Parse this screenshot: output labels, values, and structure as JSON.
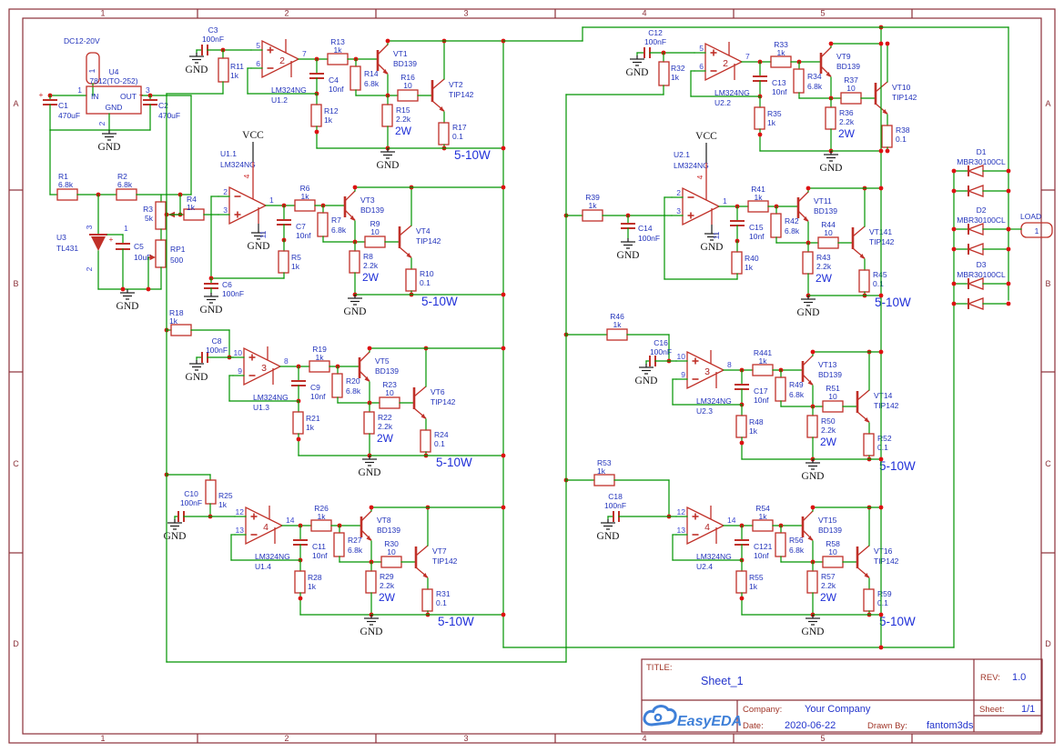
{
  "border": {
    "columns": [
      "1",
      "2",
      "3",
      "4",
      "5"
    ],
    "rows": [
      "A",
      "B",
      "C",
      "D"
    ]
  },
  "title_block": {
    "title_label": "TITLE:",
    "title": "Sheet_1",
    "rev_label": "REV:",
    "rev": "1.0",
    "company_label": "Company:",
    "company": "Your Company",
    "sheet_label": "Sheet:",
    "sheet": "1/1",
    "date_label": "Date:",
    "date": "2020-06-22",
    "drawn_label": "Drawn By:",
    "drawn_by": "fantom3ds",
    "logo_text": "EasyEDA"
  },
  "nets": {
    "gnd": "GND",
    "vcc": "VCC"
  },
  "power_input": {
    "label": "DC12-20V",
    "pin": "1"
  },
  "regulator": {
    "name": "U4",
    "value": "7812(TO-252)",
    "label_in": "IN",
    "label_out": "OUT",
    "label_gnd": "GND",
    "pin_in": "1",
    "pin_out": "3",
    "pin_gnd": "2",
    "c_in": {
      "name": "C1",
      "value": "470uF",
      "polarity": "+"
    },
    "c_out": {
      "name": "C2",
      "value": "470uF",
      "polarity": "+"
    }
  },
  "reference": {
    "r1": {
      "name": "R1",
      "value": "6.8k"
    },
    "r2": {
      "name": "R2",
      "value": "6.8k"
    },
    "r3": {
      "name": "R3",
      "value": "5k"
    },
    "rp1": {
      "name": "RP1",
      "value": "500"
    },
    "u3": {
      "name": "U3",
      "value": "TL431",
      "pin_ref": "1",
      "pin_a": "2",
      "pin_k": "3"
    },
    "c5": {
      "name": "C5",
      "value": "10uF",
      "polarity": "+"
    }
  },
  "channels": [
    {
      "unit": "U1.2",
      "chip": "LM324NG",
      "inner": "2",
      "pin_top": "5",
      "sign_top": "+",
      "pin_bottom": "6",
      "sign_bottom": "-",
      "pin_out": "7",
      "front": {
        "cap": {
          "name": "C3",
          "value": "100nF"
        },
        "res": {
          "name": "R11",
          "value": "1k"
        }
      },
      "r_series": {
        "name": "R13",
        "value": "1k"
      },
      "c_fb": {
        "name": "C4",
        "value": "10nf"
      },
      "r_fb": {
        "name": "R12",
        "value": "1k"
      },
      "r_drive": {
        "name": "R14",
        "value": "6.8k"
      },
      "q1": {
        "name": "VT1",
        "value": "BD139"
      },
      "r_base": {
        "name": "R16",
        "value": "10"
      },
      "r_power": {
        "name": "R15",
        "value": "2.2k",
        "rating": "2W"
      },
      "q2": {
        "name": "VT2",
        "value": "TIP142"
      },
      "r_sense": {
        "name": "R17",
        "value": "0.1",
        "rating": "5-10W"
      }
    },
    {
      "unit": "U1.1",
      "chip": "LM324NG",
      "inner": null,
      "pin_top": "2",
      "sign_top": "-",
      "pin_bottom": "3",
      "sign_bottom": "+",
      "pin_out": "1",
      "pin_vcc": "4",
      "pin_gnd": "11",
      "front": {
        "cap": {
          "name": "C6",
          "value": "100nF"
        },
        "res": {
          "name": "R4",
          "value": "1k"
        }
      },
      "r_series": {
        "name": "R6",
        "value": "1k"
      },
      "c_fb": {
        "name": "C7",
        "value": "10nf"
      },
      "r_fb": {
        "name": "R5",
        "value": "1k"
      },
      "r_drive": {
        "name": "R7",
        "value": "6.8k"
      },
      "q1": {
        "name": "VT3",
        "value": "BD139"
      },
      "r_base": {
        "name": "R9",
        "value": "10"
      },
      "r_power": {
        "name": "R8",
        "value": "2.2k",
        "rating": "2W"
      },
      "q2": {
        "name": "VT4",
        "value": "TIP142"
      },
      "r_sense": {
        "name": "R10",
        "value": "0.1",
        "rating": "5-10W"
      }
    },
    {
      "unit": "U1.3",
      "chip": "LM324NG",
      "inner": "3",
      "pin_top": "10",
      "sign_top": "+",
      "pin_bottom": "9",
      "sign_bottom": "-",
      "pin_out": "8",
      "front": {
        "cap": {
          "name": "C8",
          "value": "100nF"
        },
        "res": {
          "name": "R18",
          "value": "1k"
        }
      },
      "r_series": {
        "name": "R19",
        "value": "1k"
      },
      "c_fb": {
        "name": "C9",
        "value": "10nf"
      },
      "r_fb": {
        "name": "R21",
        "value": "1k"
      },
      "r_drive": {
        "name": "R20",
        "value": "6.8k"
      },
      "q1": {
        "name": "VT5",
        "value": "BD139"
      },
      "r_base": {
        "name": "R23",
        "value": "10"
      },
      "r_power": {
        "name": "R22",
        "value": "2.2k",
        "rating": "2W"
      },
      "q2": {
        "name": "VT6",
        "value": "TIP142"
      },
      "r_sense": {
        "name": "R24",
        "value": "0.1",
        "rating": "5-10W"
      }
    },
    {
      "unit": "U1.4",
      "chip": "LM324NG",
      "inner": "4",
      "pin_top": "12",
      "sign_top": "+",
      "pin_bottom": "13",
      "sign_bottom": "-",
      "pin_out": "14",
      "front": {
        "cap": {
          "name": "C10",
          "value": "100nF"
        },
        "res": {
          "name": "R25",
          "value": "1k"
        }
      },
      "r_series": {
        "name": "R26",
        "value": "1k"
      },
      "c_fb": {
        "name": "C11",
        "value": "10nf"
      },
      "r_fb": {
        "name": "R28",
        "value": "1k"
      },
      "r_drive": {
        "name": "R27",
        "value": "6.8k"
      },
      "q1": {
        "name": "VT8",
        "value": "BD139"
      },
      "r_base": {
        "name": "R30",
        "value": "10"
      },
      "r_power": {
        "name": "R29",
        "value": "2.2k",
        "rating": "2W"
      },
      "q2": {
        "name": "VT7",
        "value": "TIP142"
      },
      "r_sense": {
        "name": "R31",
        "value": "0.1",
        "rating": "5-10W"
      }
    },
    {
      "unit": "U2.2",
      "chip": "LM324NG",
      "inner": "2",
      "pin_top": "5",
      "sign_top": "+",
      "pin_bottom": "6",
      "sign_bottom": "-",
      "pin_out": "7",
      "front": {
        "cap": {
          "name": "C12",
          "value": "100nF"
        },
        "res": {
          "name": "R32",
          "value": "1k"
        }
      },
      "r_series": {
        "name": "R33",
        "value": "1k"
      },
      "c_fb": {
        "name": "C13",
        "value": "10nf"
      },
      "r_fb": {
        "name": "R35",
        "value": "1k"
      },
      "r_drive": {
        "name": "R34",
        "value": "6.8k"
      },
      "q1": {
        "name": "VT9",
        "value": "BD139"
      },
      "r_base": {
        "name": "R37",
        "value": "10"
      },
      "r_power": {
        "name": "R36",
        "value": "2.2k",
        "rating": "2W"
      },
      "q2": {
        "name": "VT10",
        "value": "TIP142"
      },
      "r_sense": {
        "name": "R38",
        "value": "0.1"
      }
    },
    {
      "unit": "U2.1",
      "chip": "LM324NG",
      "inner": null,
      "pin_top": "2",
      "sign_top": "-",
      "pin_bottom": "3",
      "sign_bottom": "+",
      "pin_out": "1",
      "pin_vcc": "4",
      "pin_gnd": "11",
      "front": {
        "cap": {
          "name": "C14",
          "value": "100nF"
        },
        "res": {
          "name": "R39",
          "value": "1k"
        }
      },
      "r_series": {
        "name": "R41",
        "value": "1k"
      },
      "c_fb": {
        "name": "C15",
        "value": "10nf"
      },
      "r_fb": {
        "name": "R40",
        "value": "1k"
      },
      "r_drive": {
        "name": "R42",
        "value": "6.8k"
      },
      "q1": {
        "name": "VT11",
        "value": "BD139"
      },
      "r_base": {
        "name": "R44",
        "value": "10"
      },
      "r_power": {
        "name": "R43",
        "value": "2.2k",
        "rating": "2W"
      },
      "q2": {
        "name": "VT141",
        "value": "TIP142"
      },
      "r_sense": {
        "name": "R45",
        "value": "0.1",
        "rating": "5-10W"
      }
    },
    {
      "unit": "U2.3",
      "chip": "LM324NG",
      "inner": "3",
      "pin_top": "10",
      "sign_top": "+",
      "pin_bottom": "9",
      "sign_bottom": "-",
      "pin_out": "8",
      "front": {
        "cap": {
          "name": "C16",
          "value": "100nF"
        },
        "res": {
          "name": "R46",
          "value": "1k"
        }
      },
      "r_series": {
        "name": "R441",
        "value": "1k"
      },
      "c_fb": {
        "name": "C17",
        "value": "10nf"
      },
      "r_fb": {
        "name": "R48",
        "value": "1k"
      },
      "r_drive": {
        "name": "R49",
        "value": "6.8k"
      },
      "q1": {
        "name": "VT13",
        "value": "BD139"
      },
      "r_base": {
        "name": "R51",
        "value": "10"
      },
      "r_power": {
        "name": "R50",
        "value": "2.2k",
        "rating": "2W"
      },
      "q2": {
        "name": "VT14",
        "value": "TIP142"
      },
      "r_sense": {
        "name": "R52",
        "value": "0.1",
        "rating": "5-10W"
      }
    },
    {
      "unit": "U2.4",
      "chip": "LM324NG",
      "inner": "4",
      "pin_top": "12",
      "sign_top": "+",
      "pin_bottom": "13",
      "sign_bottom": "-",
      "pin_out": "14",
      "front": {
        "cap": {
          "name": "C18",
          "value": "100nF"
        },
        "res": {
          "name": "R53",
          "value": "1k"
        }
      },
      "r_series": {
        "name": "R54",
        "value": "1k"
      },
      "c_fb": {
        "name": "C121",
        "value": "10nf"
      },
      "r_fb": {
        "name": "R55",
        "value": "1k"
      },
      "r_drive": {
        "name": "R56",
        "value": "6.8k"
      },
      "q1": {
        "name": "VT15",
        "value": "BD139"
      },
      "r_base": {
        "name": "R58",
        "value": "10"
      },
      "r_power": {
        "name": "R57",
        "value": "2.2k",
        "rating": "2W"
      },
      "q2": {
        "name": "VT16",
        "value": "TIP142"
      },
      "r_sense": {
        "name": "R59",
        "value": "0.1",
        "rating": "5-10W"
      }
    }
  ],
  "diodes": [
    {
      "name": "D1",
      "value": "MBR30100CL"
    },
    {
      "name": "D2",
      "value": "MBR30100CL"
    },
    {
      "name": "D3",
      "value": "MBR30100CL"
    }
  ],
  "load": {
    "label": "LOAD",
    "pin": "1"
  },
  "colors": {
    "wire": "#009400",
    "component": "#c03028",
    "label_blue": "#2233bb",
    "junction": "#dd1111",
    "border": "#8b3038",
    "logo_blue": "#3f80d8",
    "value_blue": "#2233cc",
    "power_label": "#1f2fd8"
  }
}
